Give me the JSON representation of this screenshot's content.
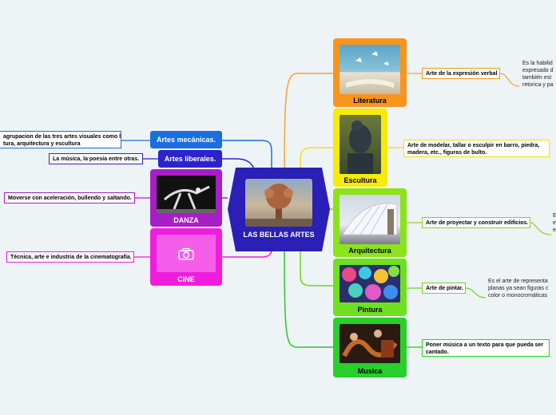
{
  "center": {
    "title": "LAS BELLAS ARTES",
    "color": "#2a1fb6"
  },
  "right_topics": [
    {
      "label": "Literatura",
      "color": "#f7951d",
      "line": "#f7a330",
      "detail": "Arte de la expresión verbal",
      "note": [
        "Es la habilid",
        "expresado d",
        "también est",
        "retorica y pa"
      ]
    },
    {
      "label": "Escultura",
      "color": "#f6eb0a",
      "line": "#f0e20b",
      "detail": [
        "Arte de modelar, tallar o esculpir en barro, piedra,",
        "madera, etc., figuras de bulto."
      ]
    },
    {
      "label": "Arquitectura",
      "color": "#8be31b",
      "line": "#86d41f",
      "detail": "Arte de proyectar y construir edificios.",
      "note": [
        "E",
        "e",
        "e"
      ]
    },
    {
      "label": "Pintura",
      "color": "#6ee01f",
      "line": "#6ed61f",
      "detail": "Arte de pintar.",
      "note": [
        "Es el arte de representa",
        "planas ya sean figuras c",
        "color o monocromáticas"
      ]
    },
    {
      "label": "Musica",
      "color": "#27d02a",
      "line": "#2cc42f",
      "detail": [
        "Poner música a un texto para que pueda ser",
        "cantado."
      ]
    }
  ],
  "left_topics": [
    {
      "label": "Artes mecánicas.",
      "color": "#1a6ee0",
      "detail": [
        "agrupacion de las tres artes visuales como la",
        "tura, arquitectura y escultura"
      ]
    },
    {
      "label": "Artes liberales.",
      "color": "#2e22cf",
      "detail": "La música, la poesía entre otras."
    },
    {
      "label": "DANZA",
      "color": "#a81ec6",
      "detail": "Moverse con aceleración, bullendo y saltando."
    },
    {
      "label": "CINE",
      "color": "#f01ddc",
      "detail": "Técnica, arte e industria de la cinematografía."
    }
  ],
  "icons": [
    "camera-icon"
  ]
}
